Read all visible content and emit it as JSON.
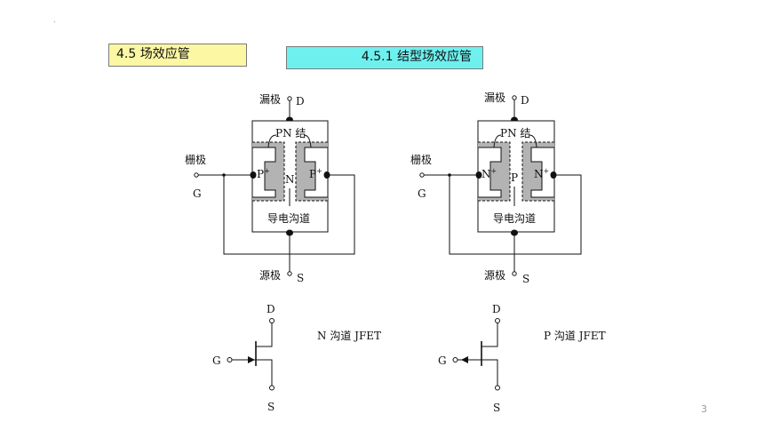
{
  "header": {
    "dot": ".",
    "section_title": "4.5   场效应管",
    "subsection_title": "4.5.1   结型场效应管",
    "page_number": "3"
  },
  "colors": {
    "section_bg": "#fbf7a3",
    "subsection_bg": "#6ef0ef",
    "depletion_gray": "#b3b3b3"
  },
  "n_channel": {
    "drain_cn": "漏极",
    "drain": "D",
    "gate_cn": "栅极",
    "gate": "G",
    "source_cn": "源极",
    "source": "S",
    "junction": "PN 结",
    "left_region": "P",
    "right_region": "P",
    "region_sup": "+",
    "channel": "N",
    "channel_label": "导电沟道"
  },
  "p_channel": {
    "drain_cn": "漏极",
    "drain": "D",
    "gate_cn": "栅极",
    "gate": "G",
    "source_cn": "源极",
    "source": "S",
    "junction": "PN 结",
    "left_region": "N",
    "right_region": "N",
    "region_sup": "+",
    "channel": "P",
    "channel_label": "导电沟道"
  },
  "symbols": {
    "n": {
      "drain": "D",
      "gate": "G",
      "source": "S",
      "caption": "N 沟道 JFET"
    },
    "p": {
      "drain": "D",
      "gate": "G",
      "source": "S",
      "caption": "P 沟道 JFET"
    }
  }
}
